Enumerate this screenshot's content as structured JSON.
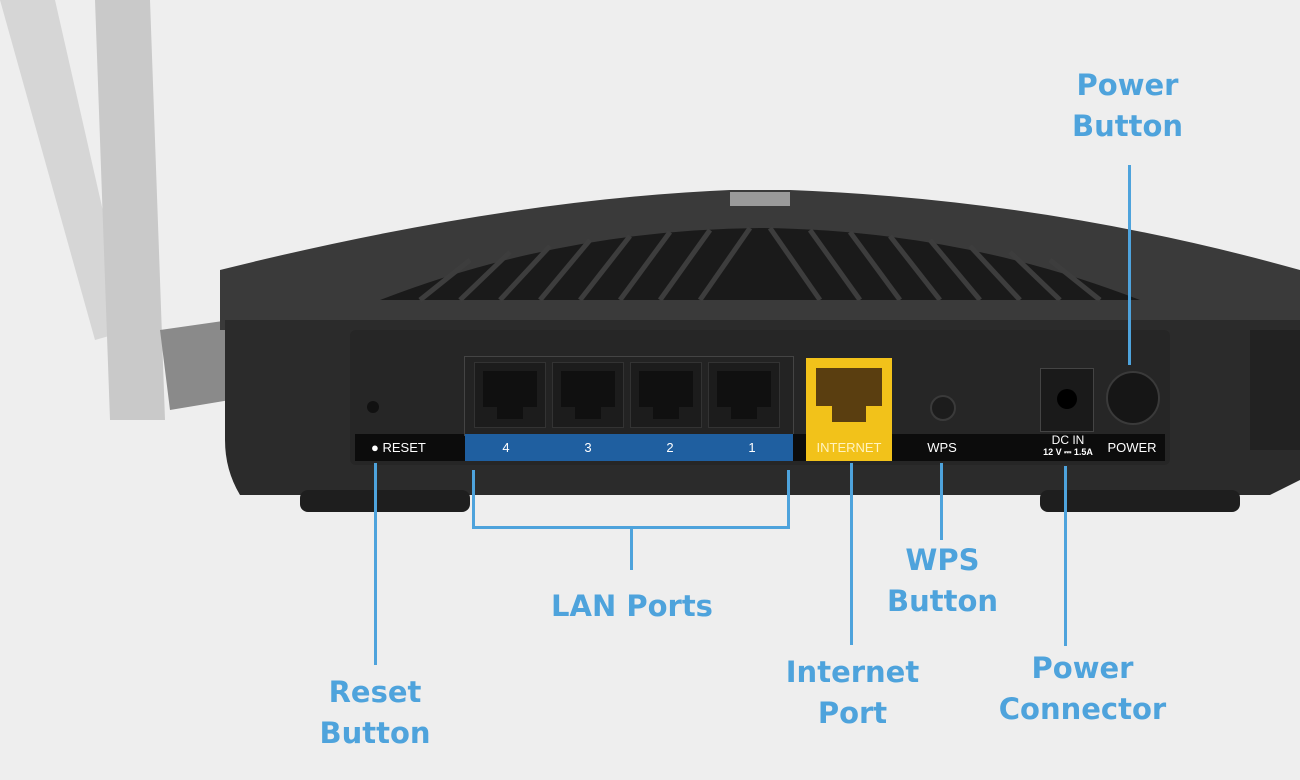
{
  "panel": {
    "reset_label": "RESET",
    "lan_numbers": [
      "4",
      "3",
      "2",
      "1"
    ],
    "internet_label": "INTERNET",
    "wps_label": "WPS",
    "dc_in_label": "DC IN",
    "dc_rating": "12 V ⎓ 1.5A",
    "power_label": "POWER"
  },
  "callouts": {
    "power_button": [
      "Power",
      "Button"
    ],
    "lan_ports": "LAN Ports",
    "wps_button": [
      "WPS",
      "Button"
    ],
    "reset_button": [
      "Reset",
      "Button"
    ],
    "internet_port": [
      "Internet",
      "Port"
    ],
    "power_connector": [
      "Power",
      "Connector"
    ]
  },
  "colors": {
    "callout": "#4ea3dc",
    "lan_strip": "#1f5fa0",
    "internet": "#f2c21a",
    "background": "#eeeeee"
  }
}
